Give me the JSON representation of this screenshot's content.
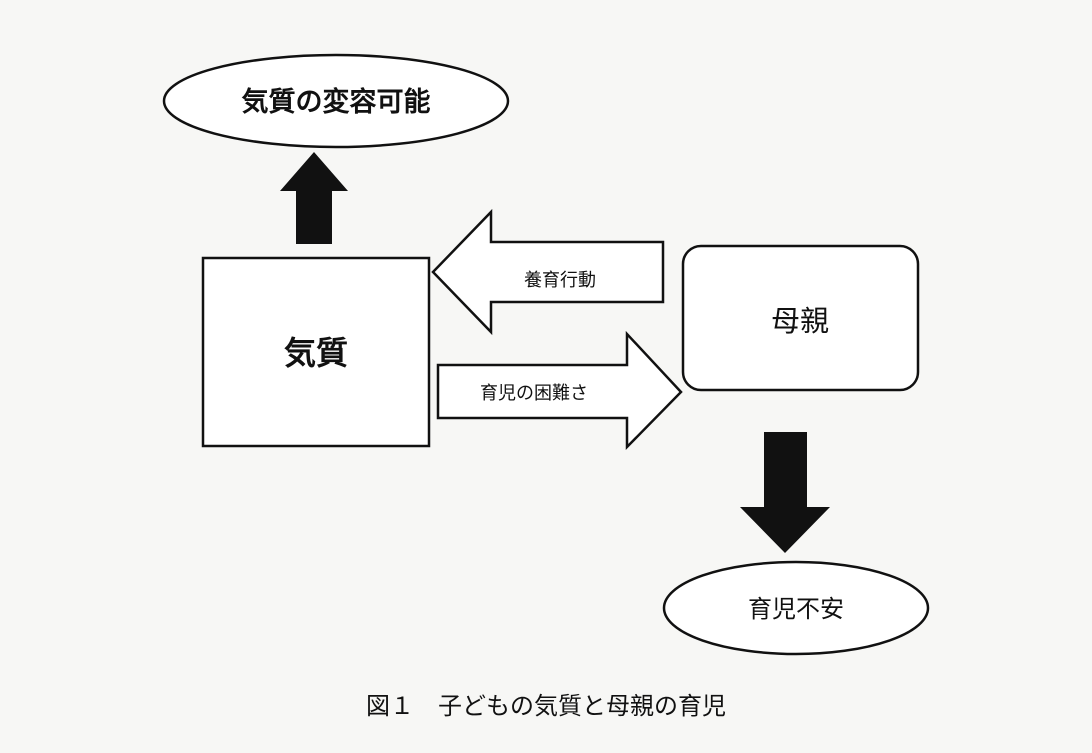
{
  "nodes": {
    "temperament_changeable": "気質の変容可能",
    "temperament": "気質",
    "mother": "母親",
    "childcare_anxiety": "育児不安"
  },
  "edges": {
    "parenting_behavior": "養育行動",
    "childcare_difficulty": "育児の困難さ"
  },
  "caption": "図１　子どもの気質と母親の育児"
}
